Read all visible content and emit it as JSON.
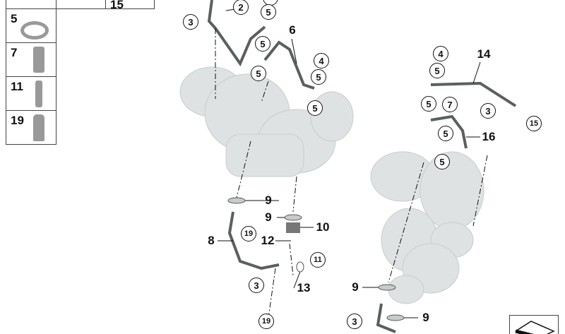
{
  "legend_table": {
    "top_partial_label": "15",
    "rows": [
      {
        "label": "5",
        "part": "sealing-ring"
      },
      {
        "label": "7",
        "part": "banjo-bolt"
      },
      {
        "label": "11",
        "part": "hex-bolt"
      },
      {
        "label": "19",
        "part": "torx-collar-screw"
      }
    ]
  },
  "callouts": {
    "c2": "2",
    "c3a": "3",
    "c5a": "5",
    "c5b": "5",
    "c5c": "5",
    "c5d": "5",
    "c5e": "5",
    "c4a": "4",
    "p6": "6",
    "c4b": "4",
    "c5f": "5",
    "c5g": "5",
    "c7": "7",
    "c5h": "5",
    "c5i": "5",
    "c3b": "3",
    "c15": "15",
    "p14": "14",
    "p16": "16",
    "p9a": "9",
    "p9b": "9",
    "p10": "10",
    "p8": "8",
    "p12": "12",
    "c19a": "19",
    "c11": "11",
    "c3c": "3",
    "p13": "13",
    "c19b": "19",
    "p9c": "9",
    "p9d": "9",
    "c3d": "3"
  },
  "colors": {
    "part_fill": "#d9dcdc",
    "pipe": "#5a5f5f",
    "line": "#111111"
  }
}
